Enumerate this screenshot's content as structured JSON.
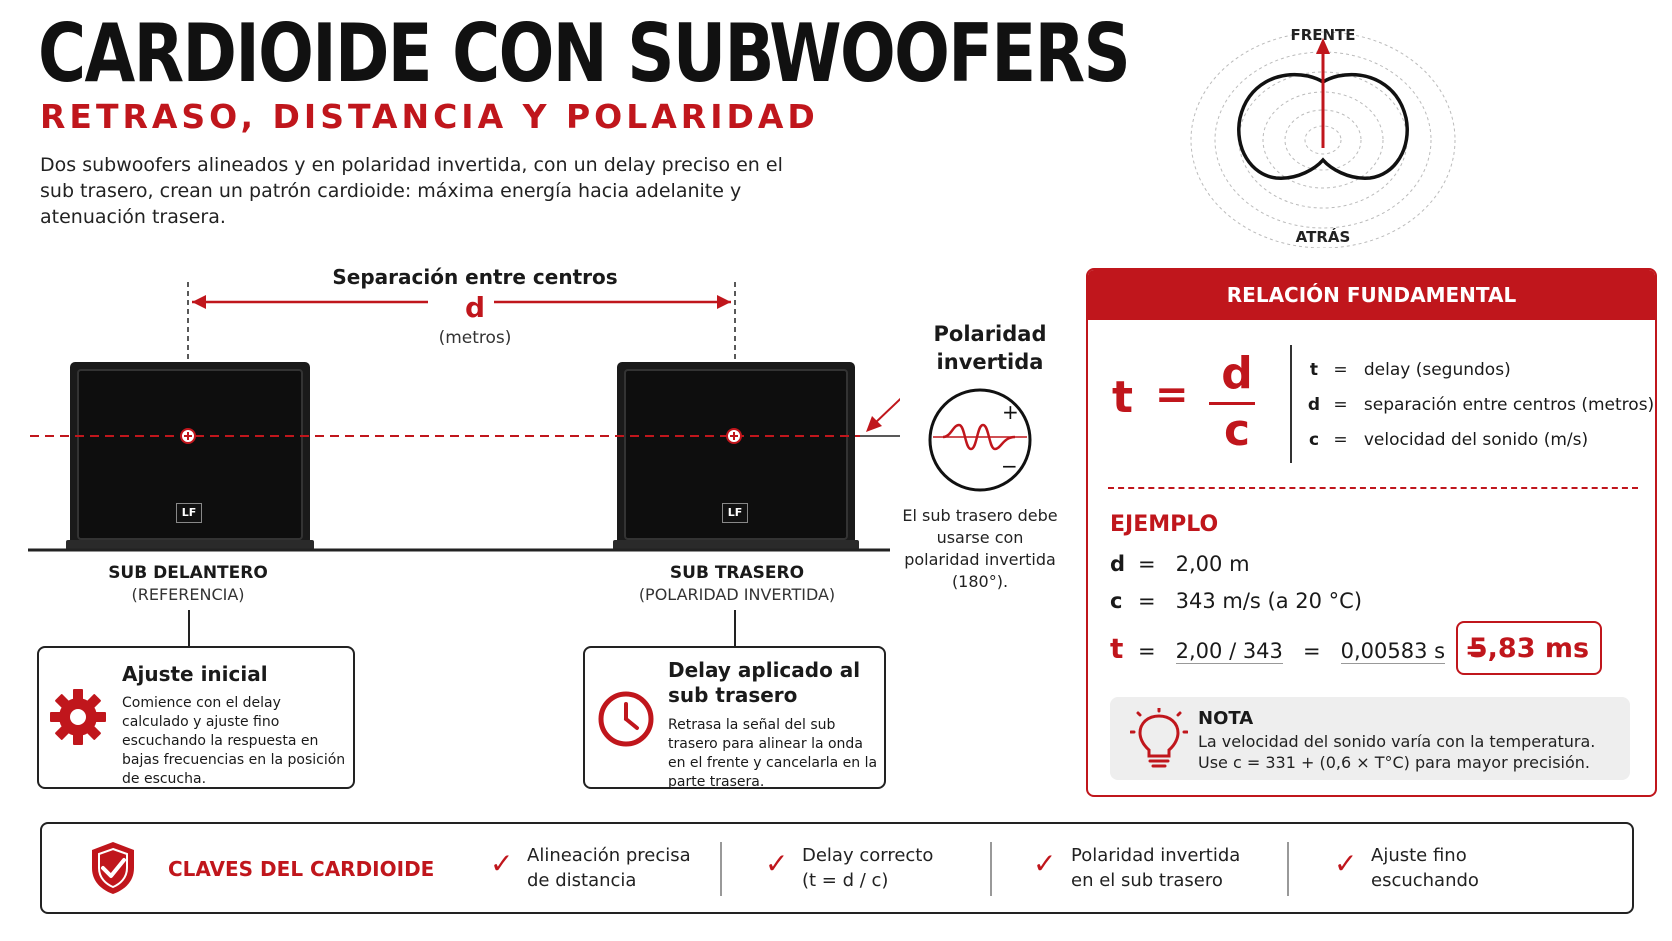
{
  "header": {
    "title": "CARDIOIDE CON SUBWOOFERS",
    "subtitle": "RETRASO, DISTANCIA Y POLARIDAD",
    "intro": "Dos subwoofers alineados y en polaridad invertida, con un delay preciso en el sub trasero, crean un patrón cardioide: máxima energía hacia adelanite y atenuación trasera."
  },
  "polar": {
    "front_label": "FRENTE",
    "back_label": "ATRÁS"
  },
  "distance": {
    "title": "Separación entre centros",
    "symbol": "d",
    "unit": "(metros)"
  },
  "polarity": {
    "title_line1": "Polaridad",
    "title_line2": "invertida",
    "plus": "+",
    "minus": "−",
    "caption": "El sub trasero debe usarse con polaridad invertida (180°)."
  },
  "subs": {
    "front": {
      "name": "SUB DELANTERO",
      "role": "(REFERENCIA)",
      "badge": "LF"
    },
    "rear": {
      "name": "SUB TRASERO",
      "role": "(POLARIDAD INVERTIDA)",
      "badge": "LF"
    }
  },
  "cards": {
    "initial": {
      "title": "Ajuste inicial",
      "body": "Comience con el delay calculado y ajuste fino escuchando la respuesta en bajas frecuencias en la posición de escucha.",
      "icon": "gear-icon"
    },
    "delay": {
      "title_line1": "Delay aplicado al",
      "title_line2": "sub trasero",
      "body": "Retrasa la señal del sub trasero para alinear la onda en el frente y cancelarla en la parte trasera.",
      "icon": "clock-icon"
    }
  },
  "relation": {
    "header": "RELACIÓN FUNDAMENTAL",
    "formula": {
      "lhs": "t",
      "eq": "=",
      "num": "d",
      "den": "c"
    },
    "legend": [
      {
        "sym": "t",
        "eq": "=",
        "desc": "delay (segundos)"
      },
      {
        "sym": "d",
        "eq": "=",
        "desc": "separación entre centros (metros)"
      },
      {
        "sym": "c",
        "eq": "=",
        "desc": "velocidad del sonido (m/s)"
      }
    ],
    "example": {
      "title": "EJEMPLO",
      "d_sym": "d",
      "d_eq": "=",
      "d_val": "2,00 m",
      "c_sym": "c",
      "c_eq": "=",
      "c_val": "343 m/s (a 20 °C)",
      "t_sym": "t",
      "t_eq": "=",
      "t_calc": "2,00 / 343",
      "t_eq2": "=",
      "t_dec": "0,00583 s",
      "t_eq3": "=",
      "result": "5,83 ms"
    },
    "note": {
      "title": "NOTA",
      "line1": "La velocidad del sonido varía con la temperatura.",
      "line2": "Use c = 331 + (0,6 × T°C) para mayor precisión."
    }
  },
  "keys": {
    "title": "CLAVES DEL CARDIOIDE",
    "items": [
      {
        "line1": "Alineación precisa",
        "line2": "de distancia"
      },
      {
        "line1": "Delay correcto",
        "line2": "(t  =  d  /  c)"
      },
      {
        "line1": "Polaridad invertida",
        "line2": "en el sub trasero"
      },
      {
        "line1": "Ajuste fino",
        "line2": "escuchando"
      }
    ]
  },
  "colors": {
    "accent": "#c0161c",
    "text": "#1a1a1a",
    "note_bg": "#eeeeee"
  }
}
